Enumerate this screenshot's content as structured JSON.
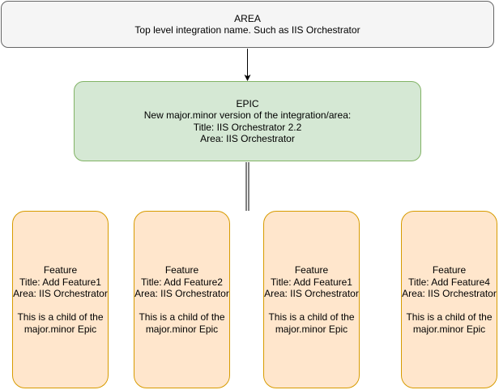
{
  "area": {
    "title": "AREA",
    "subtitle": "Top level integration name. Such as IIS Orchestrator"
  },
  "epic": {
    "title": "EPIC",
    "line1": "New major.minor version of the integration/area:",
    "line2": "Title: IIS Orchestrator 2.2",
    "line3": "Area: IIS Orchestrator"
  },
  "features": [
    {
      "heading": "Feature",
      "title": "Title: Add Feature1",
      "area": "Area: IIS Orchestrator",
      "note": "This is a child of the major.minor Epic"
    },
    {
      "heading": "Feature",
      "title": "Title: Add Feature2",
      "area": "Area: IIS Orchestrator",
      "note": "This is a child of the major.minor Epic"
    },
    {
      "heading": "Feature",
      "title": "Title: Add Feature1",
      "area": "Area: IIS Orchestrator",
      "note": "This is a child of the major.minor Epic"
    },
    {
      "heading": "Feature",
      "title": "Title: Add Feature4",
      "area": "Area: IIS Orchestrator",
      "note": "This is a child of the major.minor Epic"
    }
  ],
  "colors": {
    "area_fill": "#f5f5f5",
    "area_stroke": "#666666",
    "epic_fill": "#d5e8d4",
    "epic_stroke": "#82b366",
    "feature_fill": "#ffe6cc",
    "feature_stroke": "#d79b00"
  }
}
